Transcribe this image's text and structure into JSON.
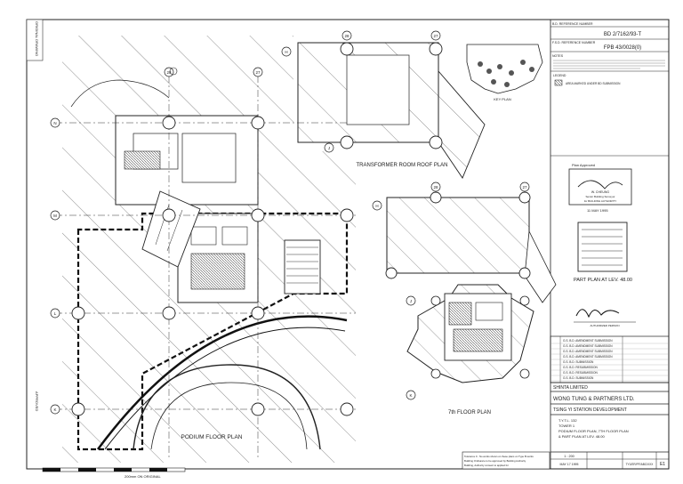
{
  "sheet": {
    "side_stamp": "ORIGINAL DRAWING",
    "side_note": "APPROVED"
  },
  "grid_labels": [
    "28",
    "27",
    "H",
    "J",
    "K",
    "L",
    "M",
    "N"
  ],
  "plans": {
    "podium": "PODIUM FLOOR PLAN",
    "transformer": "TRANSFORMER ROOM ROOF PLAN",
    "seventh": "7th FLOOR PLAN",
    "part": "PART PLAN AT LEV. 48.00",
    "key": "KEY PLAN"
  },
  "title_block": {
    "bd_ref_label": "B.D. REFERENCE NUMBER",
    "bd_ref": "BD 2/7162/93-T",
    "fsd_ref_label": "F.S.D. REFERENCE NUMBER",
    "fsd_ref": "FPB 43/0028(0)",
    "notes_label": "NOTES",
    "legend_label": "LEGEND",
    "legend_text": "AREA MARKED UNDER BD SUBMISSION",
    "approved": "Plan Approved",
    "approver": "W. CHEUNG",
    "approver_title": "Senior Building Surveyor",
    "approver_for": "for BUILDING AUTHORITY",
    "approve_date": "11 MAY 1995",
    "sig_caption": "AUTHORIZED PERSON",
    "revisions": [
      "G.S.  B.D. AMENDMENT SUBMISSION",
      "G.S.  B.D. AMENDMENT SUBMISSION",
      "G.S.  B.D. AMENDMENT SUBMISSION",
      "G.S.  B.D. AMENDMENT SUBMISSION",
      "G.S.  B.D. SUBMISSION",
      "G.S.  B.D. RESUBMISSION",
      "G.S.  B.D. RESUBMISSION",
      "G.S.  B.D. SUBMISSION"
    ],
    "client": "SHINTA LIMITED",
    "architect": "WONG TUNG & PARTNERS LTD.",
    "project": "TSING YI STATION DEVELOPMENT",
    "lot": "T.Y.T.L. 132",
    "tower": "TOWER 1",
    "drawing_title_1": "PODIUM FLOOR PLAN, 7TH FLOOR PLAN",
    "drawing_title_2": "& PART PLAN AT LEV. 48.00",
    "scale": "1 : 200",
    "date": "MAY 17 1995",
    "drawing_no": "TY1/ER/PF/ABC/XXX",
    "revision": "E1"
  },
  "bottom": {
    "scale_caption": "200mm ON ORIGINAL",
    "disclaimer_1": "Tolerance 0 - No works shown on these plans on Type B works",
    "disclaimer_2": "Building Ordinance to be approved by Building Authority",
    "disclaimer_3": "Building, Authority consent to applied for"
  }
}
